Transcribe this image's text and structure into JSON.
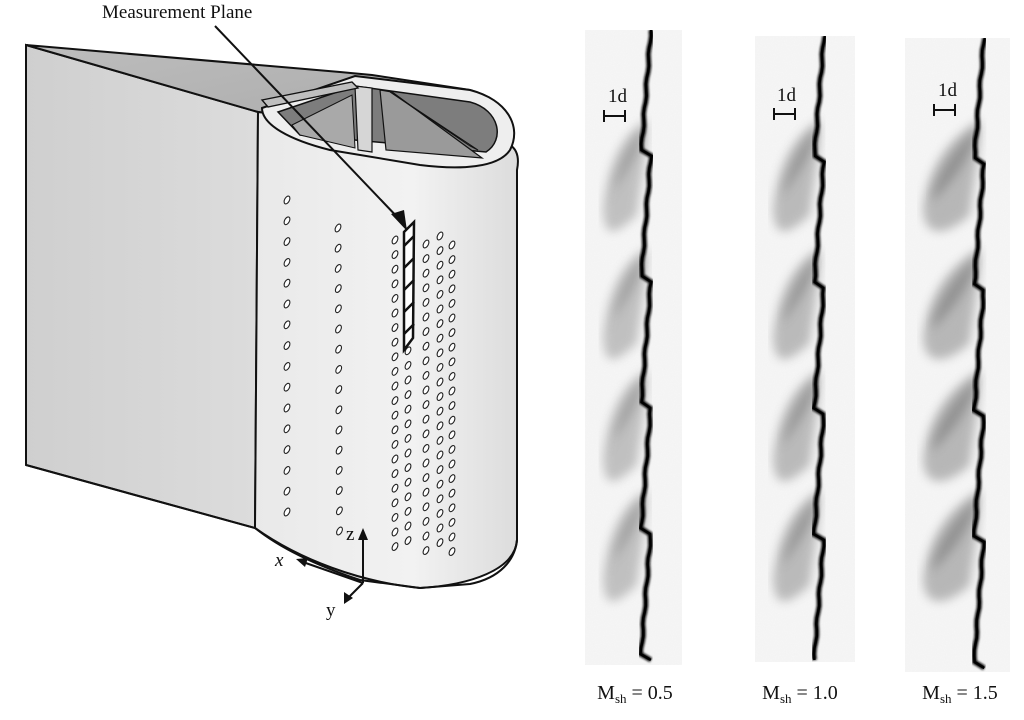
{
  "diagram": {
    "measurement_label": "Measurement Plane",
    "axes": {
      "x": "x",
      "y": "y",
      "z": "z"
    }
  },
  "panels": [
    {
      "scale_label": "1d",
      "m_symbol": "M",
      "m_sub": "sh",
      "m_value": "= 0.5"
    },
    {
      "scale_label": "1d",
      "m_symbol": "M",
      "m_sub": "sh",
      "m_value": "= 1.0"
    },
    {
      "scale_label": "1d",
      "m_symbol": "M",
      "m_sub": "sh",
      "m_value": "= 1.5"
    }
  ]
}
